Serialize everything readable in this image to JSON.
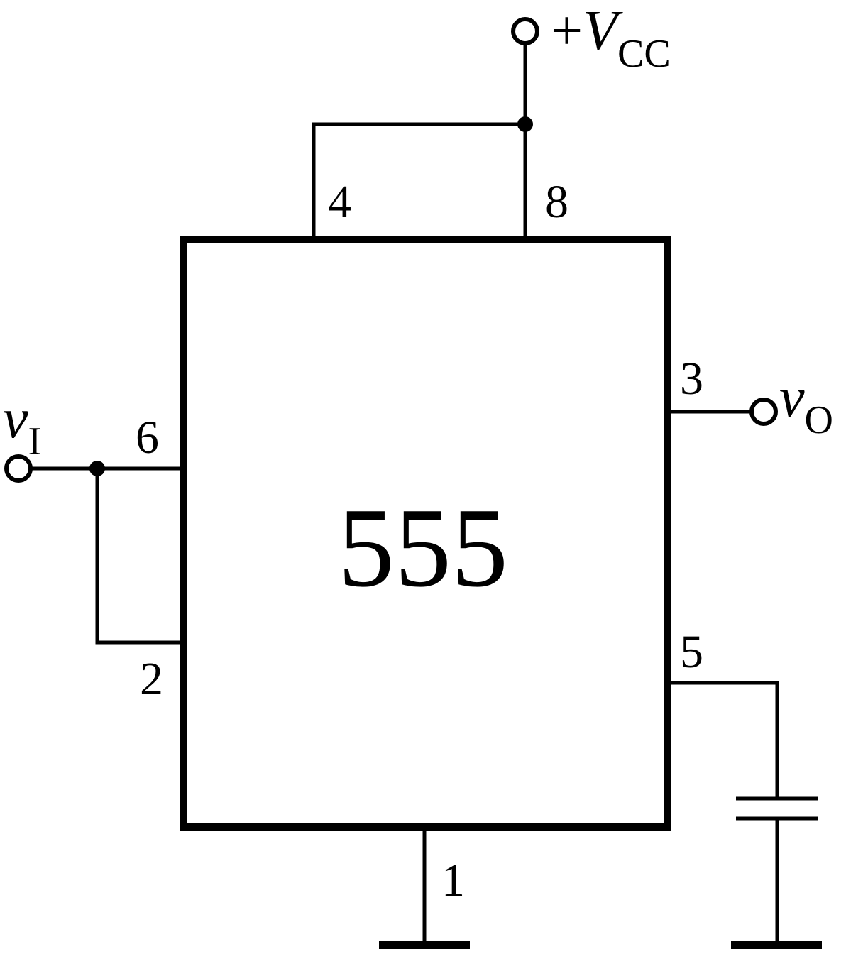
{
  "chip": {
    "label": "555"
  },
  "pins": {
    "p1": "1",
    "p2": "2",
    "p3": "3",
    "p4": "4",
    "p5": "5",
    "p6": "6",
    "p8": "8"
  },
  "supply": {
    "prefix": "+",
    "main": "V",
    "sub": "CC"
  },
  "input": {
    "main": "v",
    "sub": "I"
  },
  "output": {
    "main": "v",
    "sub": "O"
  }
}
